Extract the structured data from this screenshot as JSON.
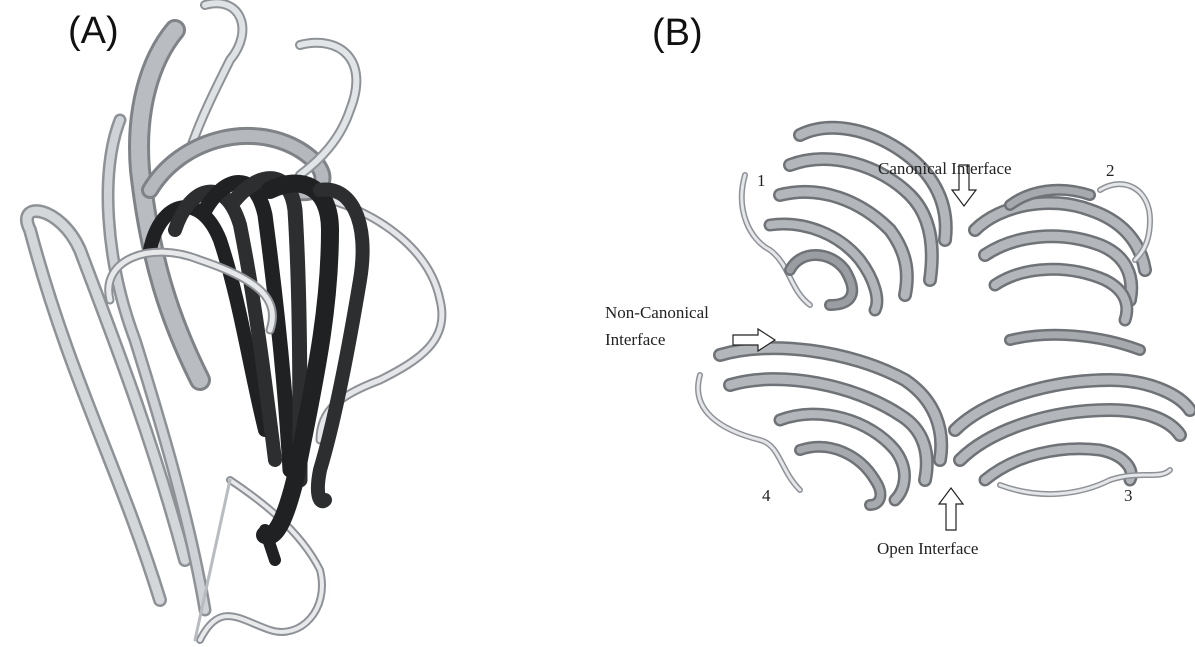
{
  "panels": {
    "a": {
      "label": "(A)"
    },
    "b": {
      "label": "(B)",
      "annotations": {
        "canonical": "Canonical Interface",
        "non_canonical_line1": "Non-Canonical",
        "non_canonical_line2": "Interface",
        "open": "Open Interface"
      },
      "subunits": [
        "1",
        "2",
        "3",
        "4"
      ]
    }
  },
  "colors": {
    "ribbon_light": "#c9ccd0",
    "ribbon_mid": "#9a9ea3",
    "ribbon_dark": "#2b2d2f",
    "outline": "#6e7175"
  }
}
